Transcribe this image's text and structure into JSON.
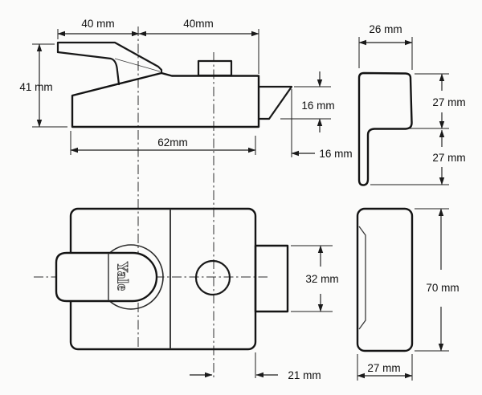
{
  "drawing": {
    "kind": "lock-dimension-drawing",
    "units": "mm",
    "palette": {
      "background": "#fbfbfa",
      "line": "#1a1a1a"
    },
    "views": {
      "side": {
        "dim_lever_length": "40 mm",
        "dim_body_length": "40mm",
        "dim_height": "41 mm",
        "dim_bolt_height": "16 mm",
        "dim_case_length": "62mm",
        "dim_bolt_throw": "16 mm"
      },
      "end": {
        "dim_width": "26 mm",
        "dim_upper_height": "27 mm",
        "dim_lower_height": "27 mm"
      },
      "front": {
        "brand": "Yale",
        "dim_staple_height": "32 mm",
        "dim_backset": "21 mm"
      },
      "profile": {
        "dim_height": "70 mm",
        "dim_depth": "27 mm"
      }
    }
  }
}
